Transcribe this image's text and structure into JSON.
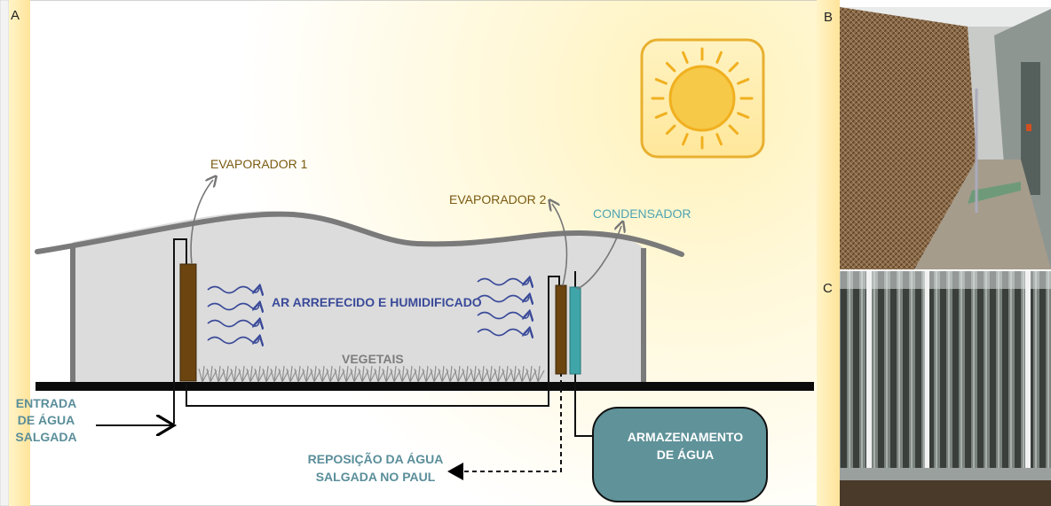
{
  "panels": {
    "a": "A",
    "b": "B",
    "c": "C"
  },
  "diagram": {
    "evaporator1": "EVAPORADOR 1",
    "evaporator2": "EVAPORADOR 2",
    "condenser": "CONDENSADOR",
    "cooled_air": "AR ARREFECIDO E HUMIDIFICADO",
    "plants": "VEGETAIS",
    "inlet_line1": "ENTRADA",
    "inlet_line2": "DE ÁGUA",
    "inlet_line3": "SALGADA",
    "replenish_line1": "REPOSIÇÃO DA ÁGUA",
    "replenish_line2": "SALGADA NO PAUL",
    "storage_line1": "ARMAZENAMENTO",
    "storage_line2": "DE ÁGUA"
  },
  "colors": {
    "evaporator_brown": "#6b4410",
    "condenser_teal": "#3fa5a8",
    "air_arrow_blue": "#3a4a99",
    "label_brown": "#7a5a10",
    "label_teal": "#4ea4b2",
    "label_slate": "#5a8e9a",
    "storage_fill": "#5f9299",
    "sun_yellow": "#f7c948"
  },
  "icons": {
    "sun": "sun-icon",
    "photo_b": "evaporative-pad-photo",
    "photo_c": "condenser-tubes-photo"
  }
}
